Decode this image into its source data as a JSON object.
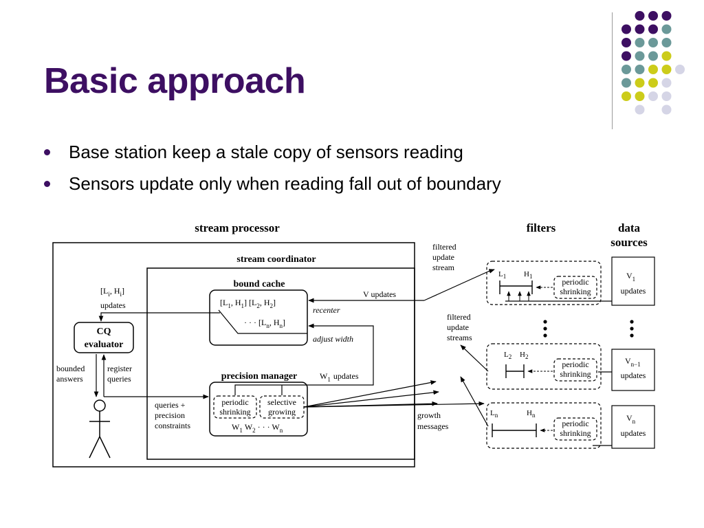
{
  "slide": {
    "title": "Basic approach",
    "bullets": [
      "Base station keep a stale copy of sensors reading",
      "Sensors update only when reading fall out of boundary"
    ]
  },
  "diagram": {
    "stream_processor": "stream processor",
    "stream_coordinator": "stream coordinator",
    "bound_cache": "bound cache",
    "cache_row1_a": "[L",
    "cache_row1_b": ", H",
    "cache_row1_c": "]  [L",
    "cache_row1_d": ", H",
    "cache_row1_e": "]",
    "cache_row2_a": "· · ·  [L",
    "cache_row2_b": ", H",
    "cache_row2_c": "]",
    "recenter": "recenter",
    "adjust_width": "adjust width",
    "v_updates": "V updates",
    "precision_manager": "precision manager",
    "w1_updates_a": "W",
    "w1_updates_b": "updates",
    "periodic": "periodic",
    "shrinking": "shrinking",
    "selective": "selective",
    "growing": "growing",
    "w_list_a": "W",
    "w_list_b": "W",
    "w_list_c": "· · · W",
    "queries_line1": "queries +",
    "queries_line2": "precision",
    "queries_line3": "constraints",
    "cq_line1": "CQ",
    "cq_line2": "evaluator",
    "li_hi_a": "[L",
    "li_hi_b": ", H",
    "li_hi_c": "]",
    "li_hi_updates": "updates",
    "bounded_line1": "bounded",
    "bounded_line2": "answers",
    "register_line1": "register",
    "register_line2": "queries",
    "filtered_stream_1": "filtered",
    "filtered_stream_2": "update",
    "filtered_stream_3": "stream",
    "filtered_streams_1": "filtered",
    "filtered_streams_2": "update",
    "filtered_streams_3": "streams",
    "growth_line1": "growth",
    "growth_line2": "messages",
    "filters": "filters",
    "data_sources_1": "data",
    "data_sources_2": "sources",
    "f_L": "L",
    "f_H": "H",
    "sub_1": "1",
    "sub_2": "2",
    "sub_n": "n",
    "sub_i": "i",
    "sub_n1": "n−1",
    "src_V": "V",
    "src_updates": "updates"
  },
  "colors": {
    "title": "#3d0f62",
    "dot_purple": "#3d0f62",
    "dot_teal": "#6b9999",
    "dot_yellow": "#cccc1a",
    "dot_lavender": "#d5d5e6"
  }
}
